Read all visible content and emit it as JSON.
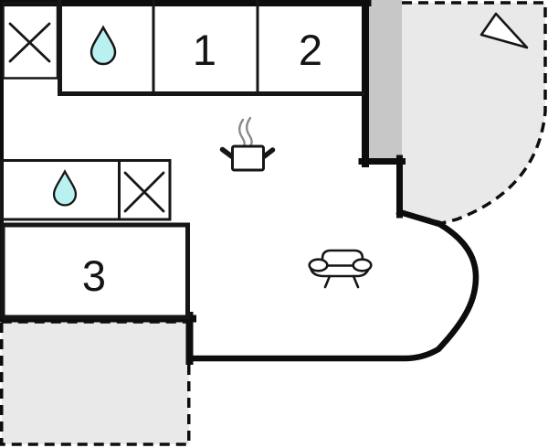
{
  "rooms": [
    {
      "label": "1"
    },
    {
      "label": "2"
    },
    {
      "label": "3"
    }
  ],
  "icons": {
    "top_left_box": "window-cross",
    "top_wet_room": "water-drop",
    "middle_wet_room": "water-drop",
    "middle_box": "window-cross",
    "kitchen": "cooking-pot-with-steam",
    "living_room": "sofa",
    "terrace_right": "north-arrow"
  },
  "colors": {
    "wall": "#0d0d0d",
    "water_drop_fill": "#b9f0f0",
    "terrace_fill": "#e9e9e9",
    "wall_shadow_fill": "#c7c7c7",
    "steam": "#8a8a8a",
    "background": "#ffffff"
  }
}
